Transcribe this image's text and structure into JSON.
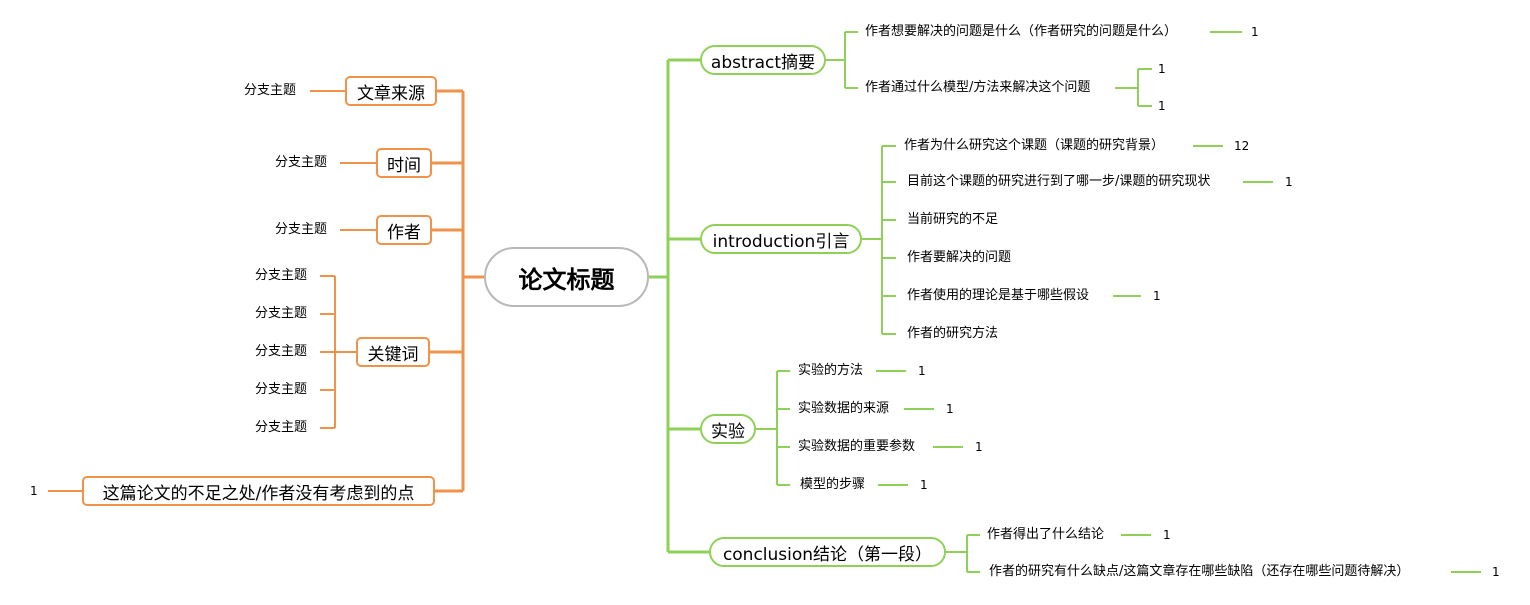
{
  "root": {
    "label": "论文标题"
  },
  "left": {
    "source": {
      "label": "文章来源",
      "sub": "分支主题"
    },
    "time": {
      "label": "时间",
      "sub": "分支主题"
    },
    "author": {
      "label": "作者",
      "sub": "分支主题"
    },
    "keywords": {
      "label": "关键词",
      "subs": [
        "分支主题",
        "分支主题",
        "分支主题",
        "分支主题",
        "分支主题"
      ]
    },
    "shortcoming": {
      "label": "这篇论文的不足之处/作者没有考虑到的点",
      "count": "1"
    }
  },
  "right": {
    "abstract": {
      "label": "abstract摘要",
      "items": [
        {
          "label": "作者想要解决的问题是什么（作者研究的问题是什么）",
          "count": "1"
        },
        {
          "label": "作者通过什么模型/方法来解决这个问题",
          "counts": [
            "1",
            "1"
          ]
        }
      ]
    },
    "introduction": {
      "label": "introduction引言",
      "items": [
        {
          "label": "作者为什么研究这个课题（课题的研究背景）",
          "count": "12"
        },
        {
          "label": "目前这个课题的研究进行到了哪一步/课题的研究现状",
          "count": "1"
        },
        {
          "label": "当前研究的不足"
        },
        {
          "label": "作者要解决的问题"
        },
        {
          "label": "作者使用的理论是基于哪些假设",
          "count": "1"
        },
        {
          "label": "作者的研究方法"
        }
      ]
    },
    "experiment": {
      "label": "实验",
      "items": [
        {
          "label": "实验的方法",
          "count": "1"
        },
        {
          "label": "实验数据的来源",
          "count": "1"
        },
        {
          "label": "实验数据的重要参数",
          "count": "1"
        },
        {
          "label": "模型的步骤",
          "count": "1"
        }
      ]
    },
    "conclusion": {
      "label": "conclusion结论（第一段）",
      "items": [
        {
          "label": "作者得出了什么结论",
          "count": "1"
        },
        {
          "label": "作者的研究有什么缺点/这篇文章存在哪些缺陷（还存在哪些问题待解决）",
          "count": "1"
        }
      ]
    }
  },
  "colors": {
    "left_branch": "#f0924a",
    "right_branch": "#8fd158",
    "root_border": "#b8b8b8"
  }
}
